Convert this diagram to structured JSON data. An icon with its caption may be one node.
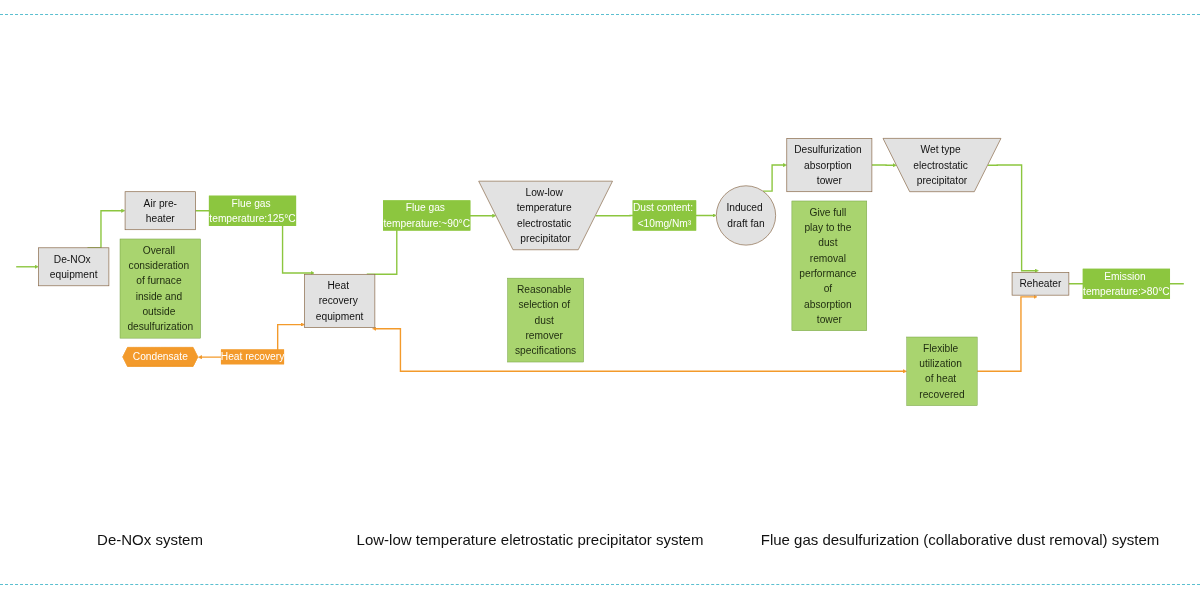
{
  "diagram": {
    "nodes": [
      {
        "text": [
          "De-NOx equipment"
        ]
      },
      {
        "text": [
          "Air pre-heater"
        ]
      },
      {
        "text": [
          "Heat recovery equipment"
        ]
      },
      {
        "text": [
          "Low-low temperature electrostatic precipitator"
        ]
      },
      {
        "text": [
          "Induced draft fan"
        ]
      },
      {
        "text": [
          "Desulfurization absorption tower"
        ]
      },
      {
        "text": [
          "Wet type electrostatic precipitator"
        ]
      },
      {
        "text": [
          "Reheater"
        ]
      },
      {
        "text": [
          "Overall consideration of furnace inside and outside desulfurization"
        ]
      },
      {
        "text": [
          "Reasonable selection of dust remover specifications"
        ]
      },
      {
        "text": [
          "Give full play to the dust removal performance of absorption tower"
        ]
      },
      {
        "text": [
          "Condensate"
        ]
      },
      {
        "text": [
          "Flexible utilization of heat recovered"
        ]
      }
    ],
    "edges": [
      {
        "from": null,
        "to": 0,
        "arrow": "to"
      },
      {
        "from": 0,
        "to": 1,
        "arrow": "to"
      },
      {
        "from": 1,
        "to": 2,
        "arrow": "to",
        "label": "Flue gas temperature:125°C"
      },
      {
        "from": 2,
        "to": 3,
        "arrow": "to",
        "label": "Flue gas temperature:~90°C"
      },
      {
        "from": 3,
        "to": 4,
        "arrow": "to",
        "label": "Dust content: <10mg/Nm³"
      },
      {
        "from": 4,
        "to": 5,
        "arrow": "to"
      },
      {
        "from": 5,
        "to": 6,
        "arrow": "to"
      },
      {
        "from": 6,
        "to": 7,
        "arrow": "to"
      },
      {
        "from": 7,
        "to": null,
        "arrow": "none",
        "label": "Emission temperature:>80°C"
      },
      {
        "from": 11,
        "to": 2,
        "arrow": "both",
        "label": "Heat recovery",
        "color": "#f39a2b"
      },
      {
        "from": 2,
        "to": 12,
        "arrow": "both",
        "color": "#f39a2b"
      },
      {
        "from": 12,
        "to": 7,
        "arrow": "to",
        "color": "#f39a2b"
      }
    ],
    "labels": [
      "De-NOx system",
      "Low-low temperature eletrostatic precipitator system",
      "Flue gas desulfurization (collaborative dust removal) system"
    ]
  }
}
